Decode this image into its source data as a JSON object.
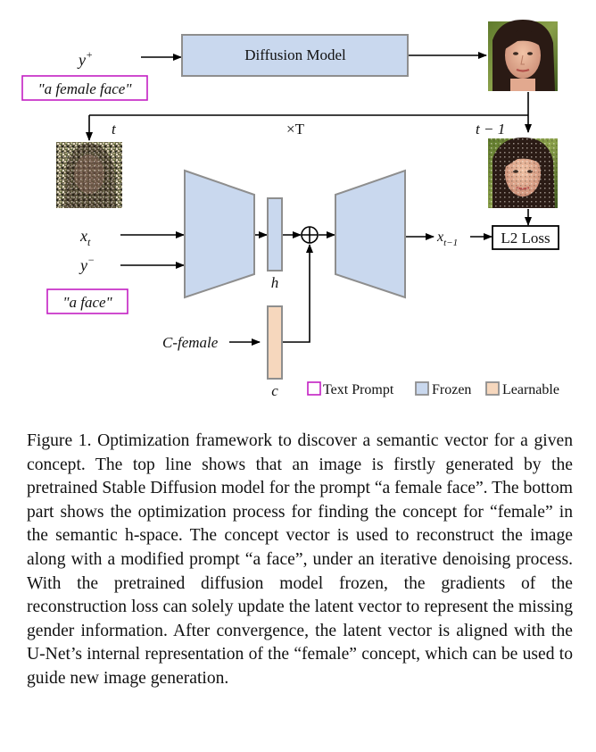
{
  "diagram": {
    "y_plus": {
      "base": "y",
      "sup": "+"
    },
    "prompt_female_face": "\"a female face\"",
    "diffusion_model": "Diffusion Model",
    "t": "t",
    "times_T": "×T",
    "t_minus_1": "t − 1",
    "x_t": {
      "base": "x",
      "sub": "t"
    },
    "y_minus": {
      "base": "y",
      "sup": "−"
    },
    "prompt_face": "\"a face\"",
    "h": "h",
    "c": "c",
    "c_female": "C-female",
    "x_t_minus_1": {
      "base": "x",
      "sub": "t−1"
    },
    "l2_loss": "L2 Loss",
    "legend": {
      "text_prompt": "Text Prompt",
      "frozen": "Frozen",
      "learnable": "Learnable"
    },
    "colors": {
      "frozen_fill": "#c9d8ee",
      "frozen_stroke": "#8e8e8e",
      "learnable_fill": "#f6d7bd",
      "prompt_border": "#c31fc3"
    }
  },
  "caption": "Figure 1. Optimization framework to discover a semantic vector for a given concept. The top line shows that an image is firstly generated by the pretrained Stable Diffusion model for the prompt “a female face”. The bottom part shows the optimization process for finding the concept for “female” in the semantic h-space. The concept vector is used to reconstruct the image along with a modified prompt “a face”, under an iterative denoising process. With the pretrained diffusion model frozen, the gradients of the reconstruction loss can solely update the latent vector to represent the missing gender information. After convergence, the latent vector is aligned with the U-Net’s internal representation of the “female” concept, which can be used to guide new image generation."
}
